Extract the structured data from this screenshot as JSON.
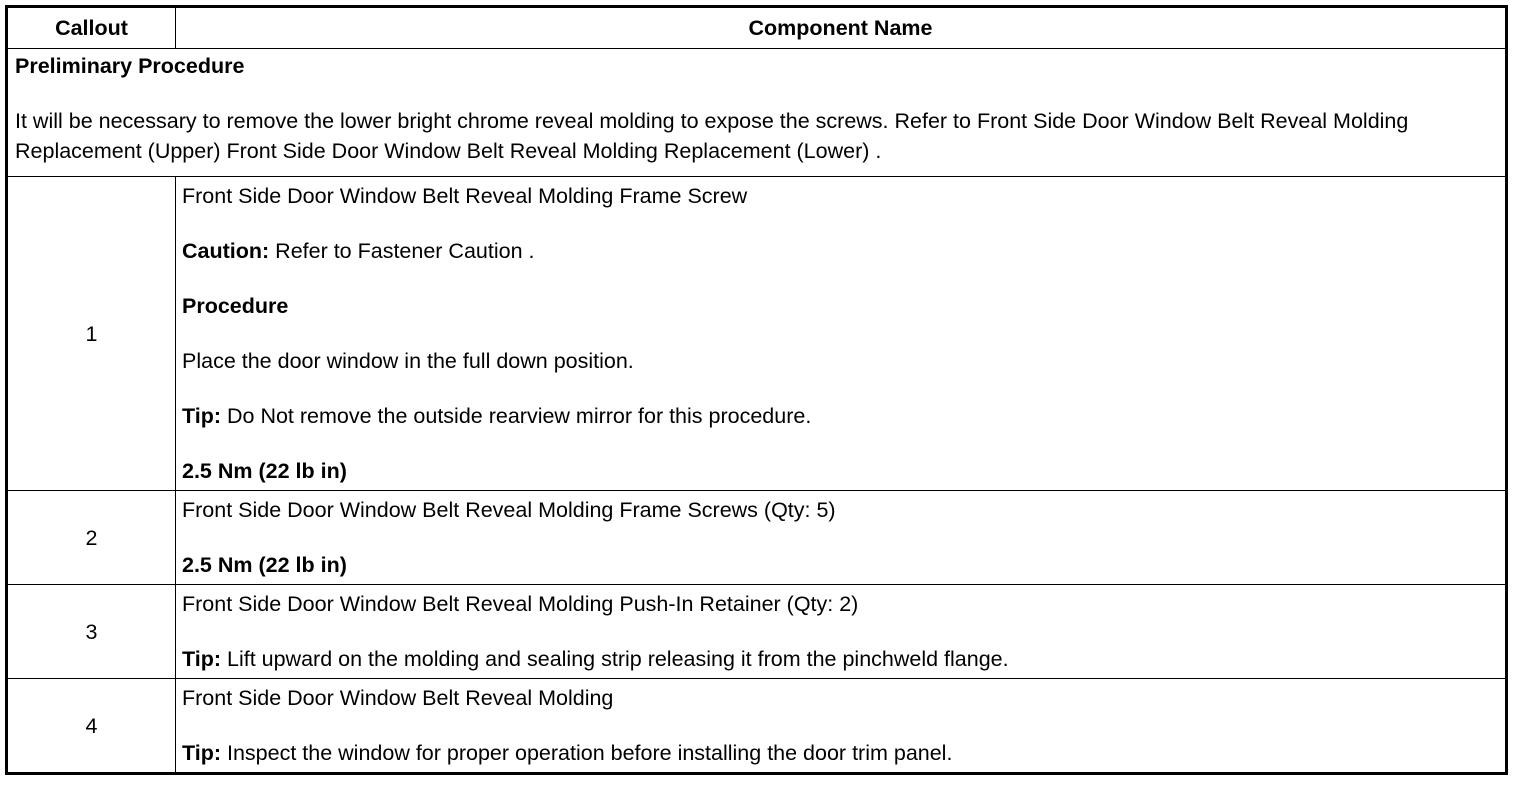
{
  "table": {
    "headers": {
      "callout": "Callout",
      "component": "Component Name"
    },
    "preliminary": {
      "title": "Preliminary Procedure",
      "text": "It will be necessary to remove the lower bright chrome reveal molding to expose the screws. Refer to Front Side Door Window Belt Reveal Molding Replacement (Upper) Front Side Door Window Belt Reveal Molding Replacement (Lower) ."
    },
    "rows": [
      {
        "callout": "1",
        "name": "Front Side Door Window Belt Reveal Molding Frame Screw",
        "caution_label": "Caution:",
        "caution_text": " Refer to Fastener Caution .",
        "procedure_label": "Procedure",
        "procedure_text": "Place the door window in the full down position.",
        "tip_label": "Tip:",
        "tip_text": " Do Not remove the outside rearview mirror for this procedure.",
        "torque": "2.5 Nm (22 lb in)"
      },
      {
        "callout": "2",
        "name": "Front Side Door Window Belt Reveal Molding Frame Screws (Qty: 5)",
        "torque": "2.5 Nm (22 lb in)"
      },
      {
        "callout": "3",
        "name": "Front Side Door Window Belt Reveal Molding Push-In Retainer (Qty: 2)",
        "tip_label": "Tip:",
        "tip_text": " Lift upward on the molding and sealing strip releasing it from the pinchweld flange."
      },
      {
        "callout": "4",
        "name": "Front Side Door Window Belt Reveal Molding",
        "tip_label": "Tip:",
        "tip_text": " Inspect the window for proper operation before installing the door trim panel."
      }
    ]
  }
}
